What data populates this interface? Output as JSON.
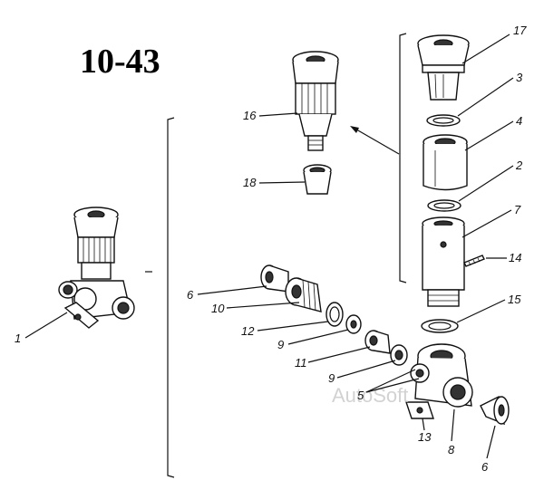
{
  "figure": {
    "title": "10-43",
    "watermark": "AutoSoft",
    "labels": {
      "p1": "1",
      "p2": "2",
      "p3": "3",
      "p4": "4",
      "p5": "5",
      "p6a": "6",
      "p6b": "6",
      "p7": "7",
      "p8": "8",
      "p9a": "9",
      "p9b": "9",
      "p10": "10",
      "p11": "11",
      "p12": "12",
      "p13": "13",
      "p14": "14",
      "p15": "15",
      "p16": "16",
      "p17": "17",
      "p18": "18"
    }
  }
}
